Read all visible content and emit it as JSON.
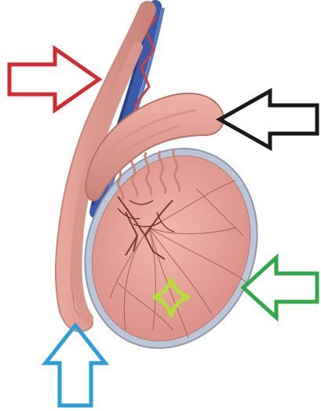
{
  "figure": {
    "labels_visible": false,
    "arrows": [
      {
        "name": "red-arrow",
        "direction": "right",
        "color": "#d42a2f"
      },
      {
        "name": "black-arrow",
        "direction": "left",
        "color": "#1a1a1a"
      },
      {
        "name": "green-arrow",
        "direction": "left",
        "color": "#2fa84a"
      },
      {
        "name": "blue-arrow",
        "direction": "up",
        "color": "#2a9fd6"
      }
    ],
    "marker": {
      "name": "star-marker",
      "color": "#b6dd3a"
    },
    "colors": {
      "tissue_pink": "#e9a9a0",
      "tissue_shadow": "#c77d74",
      "capsule": "#bcc6d8",
      "vessel_blue": "#3b5aa8",
      "vessel_red": "#c94040",
      "tubule_dark": "#7a3a32"
    }
  }
}
